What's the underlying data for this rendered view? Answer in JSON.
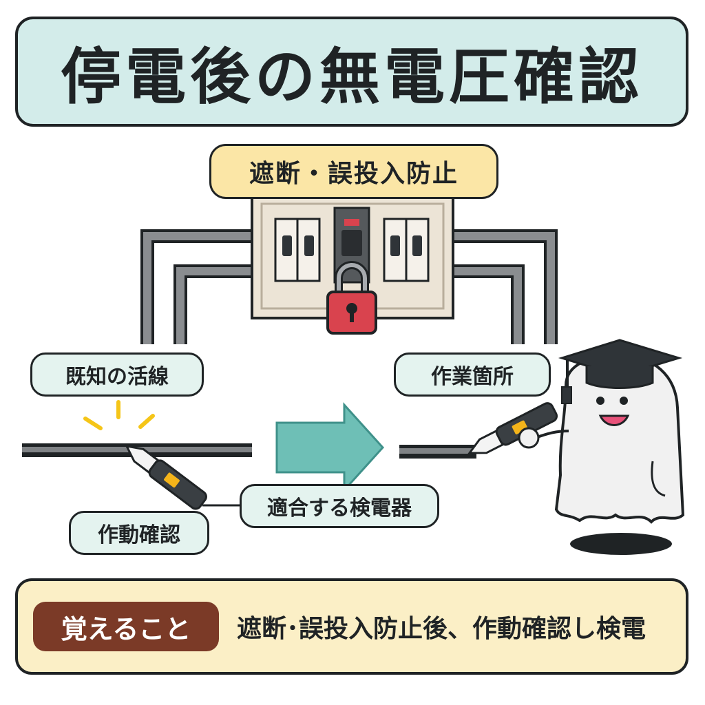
{
  "title": "停電後の無電圧確認",
  "labels": {
    "breaker_lock": "遮断・誤投入防止",
    "known_live_line": "既知の活線",
    "work_location": "作業箇所",
    "suitable_tester": "適合する検電器",
    "operation_check": "作動確認"
  },
  "summary": {
    "tag": "覚えること",
    "text": "遮断･誤投入防止後、作動確認し検電"
  },
  "colors": {
    "title_bg": "#d3ecea",
    "label_bg": "#e4f3ef",
    "highlight_label_bg": "#fbe6a6",
    "summary_bg": "#fbefc6",
    "summary_tag_bg": "#7b3a27",
    "arrow": "#6ebfb6",
    "lock": "#d9434e",
    "spark": "#f5c518",
    "panel": "#ece4d6"
  }
}
